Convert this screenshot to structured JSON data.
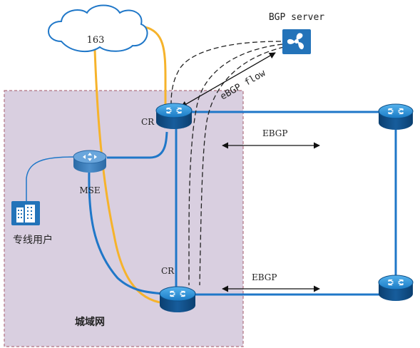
{
  "labels": {
    "cloud": "163",
    "bgp_server": "BGP server",
    "ebgp_flow": "eBGP flow",
    "cr_top": "CR",
    "cr_bottom": "CR",
    "mse": "MSE",
    "dedicated_user": "专线用户",
    "metro_network": "城域网",
    "ebgp_top": "EBGP",
    "ebgp_bottom": "EBGP"
  },
  "icons": {
    "router": "router-icon",
    "server": "bgp-server-icon",
    "building": "building-icon",
    "cloud": "cloud-icon"
  },
  "colors": {
    "link_blue": "#1f77c8",
    "link_orange": "#f6b32b",
    "region_fill": "#d9cfe0",
    "region_border": "#b0717f",
    "router_top": "#2d8fd5",
    "router_dark": "#0e4f87",
    "server_bg": "#2373b9",
    "text": "#222222"
  }
}
